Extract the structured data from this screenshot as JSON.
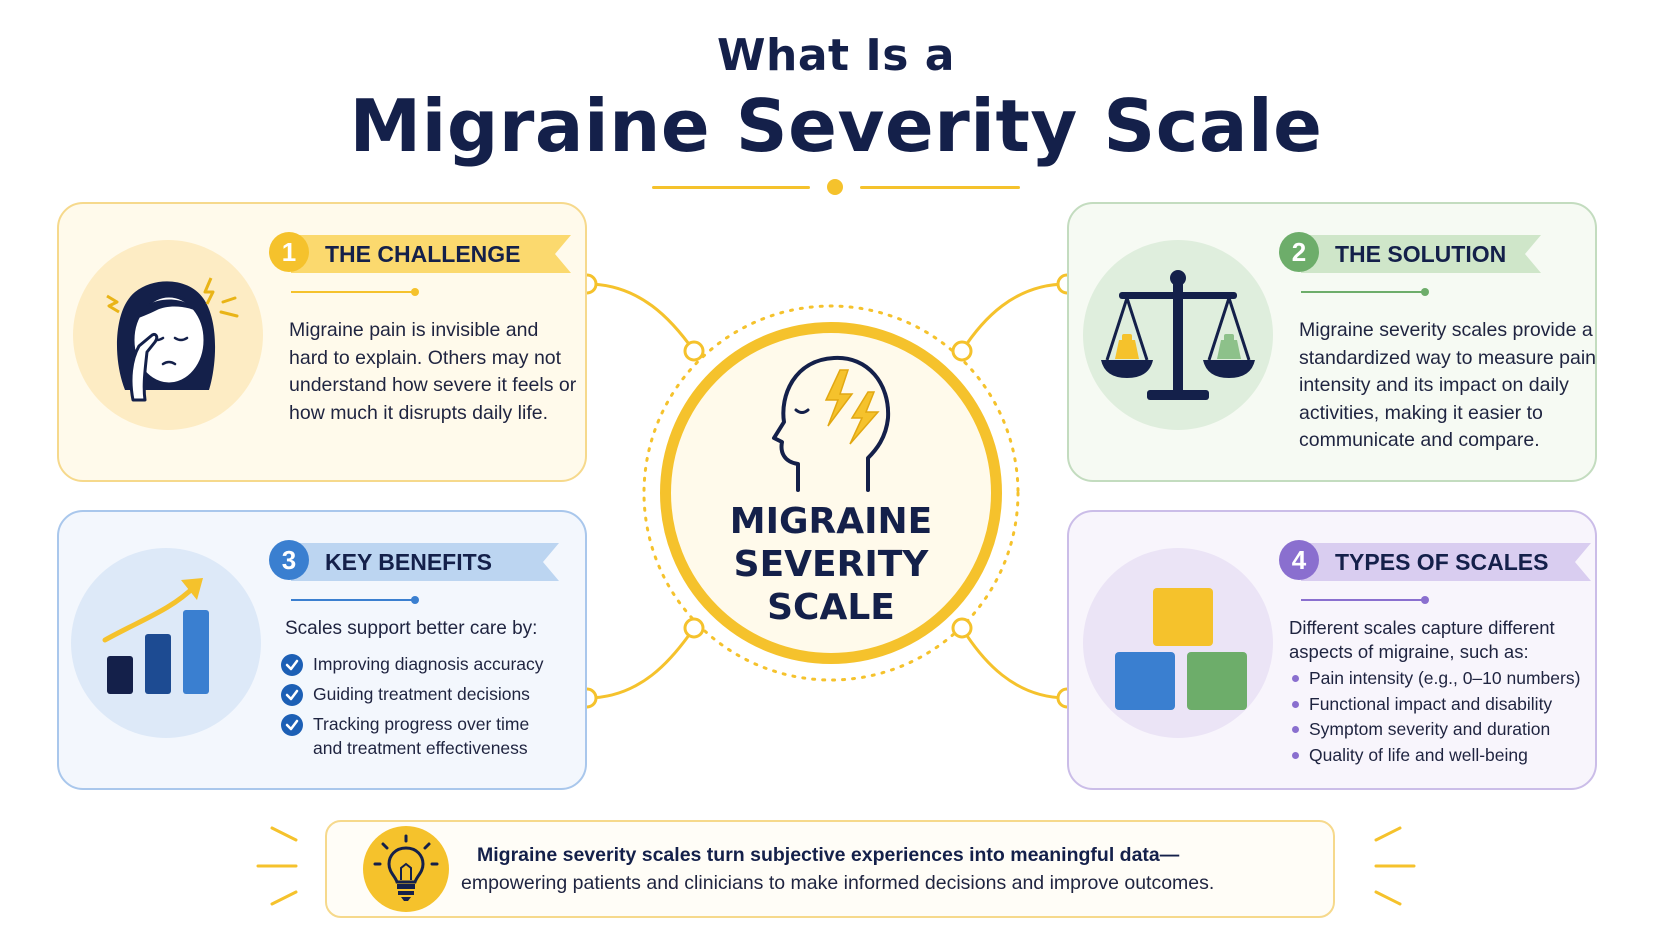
{
  "header": {
    "title_line1": "What Is a",
    "title_line2": "Migraine Severity Scale"
  },
  "center": {
    "lines": [
      "MIGRAINE",
      "SEVERITY",
      "SCALE"
    ],
    "ring_color": "#f5c22c",
    "icon": "head-lightning-icon"
  },
  "cards": [
    {
      "number": "1",
      "title": "THE CHALLENGE",
      "icon": "headache-woman-icon",
      "accent": "#f5c22c",
      "text": "Migraine pain is invisible and hard to explain. Others may not understand how severe it feels or how much it disrupts daily life."
    },
    {
      "number": "2",
      "title": "THE SOLUTION",
      "icon": "balance-scale-icon",
      "accent": "#6dad6a",
      "text": "Migraine severity scales provide a standardized way to measure pain intensity and its impact on daily activities, making it easier to communicate and compare."
    },
    {
      "number": "3",
      "title": "KEY BENEFITS",
      "icon": "growth-chart-icon",
      "accent": "#3a7fd0",
      "lead": "Scales support better care by:",
      "items": [
        "Improving diagnosis accuracy",
        "Guiding treatment decisions",
        "Tracking progress over time and treatment effectiveness"
      ]
    },
    {
      "number": "4",
      "title": "TYPES OF SCALES",
      "icon": "blocks-icon",
      "accent": "#8a6fcf",
      "lead": "Different scales capture different aspects of migraine, such as:",
      "items": [
        "Pain intensity (e.g., 0–10 numbers)",
        "Functional impact and disability",
        "Symptom severity and duration",
        "Quality of life and well-being"
      ]
    }
  ],
  "footer": {
    "line1": "Migraine severity scales turn subjective experiences into meaningful data—",
    "line2": "empowering patients and clinicians to make informed decisions and improve outcomes.",
    "icon": "lightbulb-icon"
  }
}
